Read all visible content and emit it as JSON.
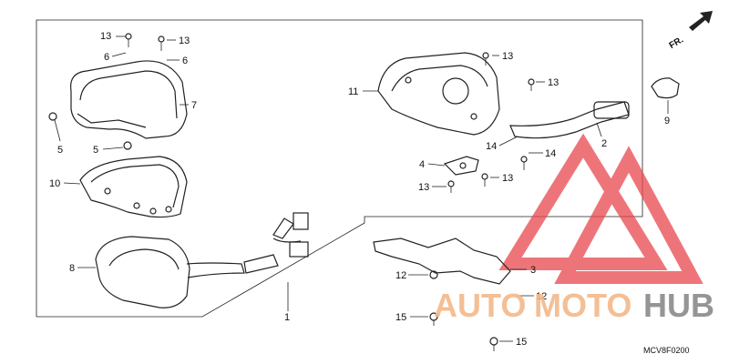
{
  "diagram": {
    "callouts": {
      "c13a": "13",
      "c13b": "13",
      "c6a": "6",
      "c6b": "6",
      "c7": "7",
      "c5a": "5",
      "c5b": "5",
      "c10": "10",
      "c8": "8",
      "c1": "1",
      "c11": "11",
      "c13c": "13",
      "c13d": "13",
      "c9": "9",
      "c2": "2",
      "c14a": "14",
      "c14b": "14",
      "c4": "4",
      "c13e": "13",
      "c13f": "13",
      "c3": "3",
      "c12a": "12",
      "c12b": "12",
      "c15a": "15",
      "c15b": "15"
    },
    "direction_label": "FR.",
    "diagram_code": "MCV8F0200"
  },
  "watermark": {
    "part1": "AUTO",
    "part2": "MOTO",
    "part3": "HUB",
    "colors": {
      "orange": "#f3b98a",
      "gray": "#8a8a8a",
      "logo_red": "#e8474d"
    }
  }
}
